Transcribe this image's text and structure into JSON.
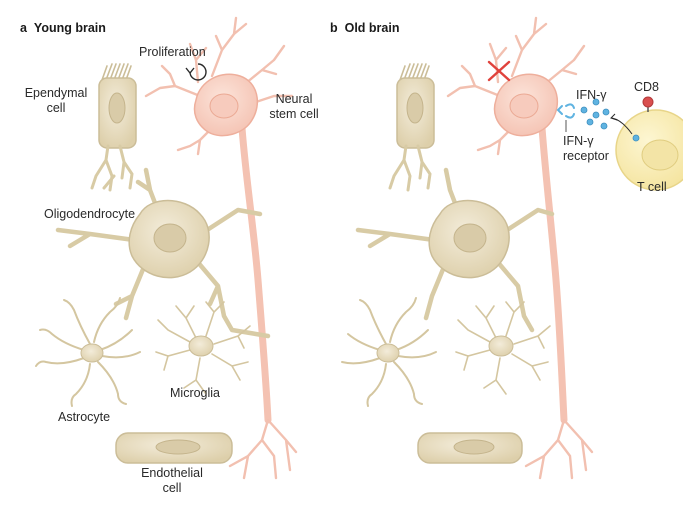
{
  "panel_a": {
    "letter": "a",
    "title": "Young brain",
    "labels": {
      "proliferation": "Proliferation",
      "ependymal_line1": "Ependymal",
      "ependymal_line2": "cell",
      "neural_line1": "Neural",
      "neural_line2": "stem cell",
      "oligodendrocyte": "Oligodendrocyte",
      "astrocyte": "Astrocyte",
      "microglia": "Microglia",
      "endothelial_line1": "Endothelial",
      "endothelial_line2": "cell"
    }
  },
  "panel_b": {
    "letter": "b",
    "title": "Old brain",
    "labels": {
      "ifn": "IFN-γ",
      "cd8": "CD8",
      "receptor_line1": "IFN-γ",
      "receptor_line2": "receptor",
      "tcell": "T cell"
    }
  },
  "colors": {
    "cell_fill": "#e9dfc6",
    "cell_stroke": "#cbbd98",
    "nucleus": "#d9cba8",
    "stem_fill": "#f9d6c9",
    "stem_stroke": "#eeaf9c",
    "tcell_fill": "#faf0be",
    "ifn_blue": "#5fb3e1",
    "cd8_red": "#d94f4f",
    "cross_red": "#e0423c"
  },
  "icons": {
    "proliferation": "circular-arrow-icon",
    "inhibited": "red-cross-icon"
  }
}
